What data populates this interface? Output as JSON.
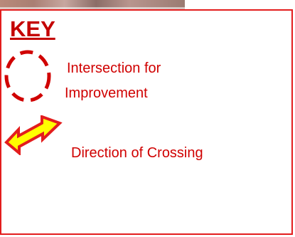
{
  "key": {
    "title": "KEY",
    "items": [
      {
        "icon": "dashed-circle-icon",
        "label_lines": [
          "Intersection for",
          "Improvement"
        ]
      },
      {
        "icon": "double-arrow-icon",
        "label": "Direction of Crossing"
      }
    ]
  },
  "colors": {
    "key_red": "#d00000",
    "border_red": "#e31d1d",
    "arrow_fill": "#ffff00"
  }
}
